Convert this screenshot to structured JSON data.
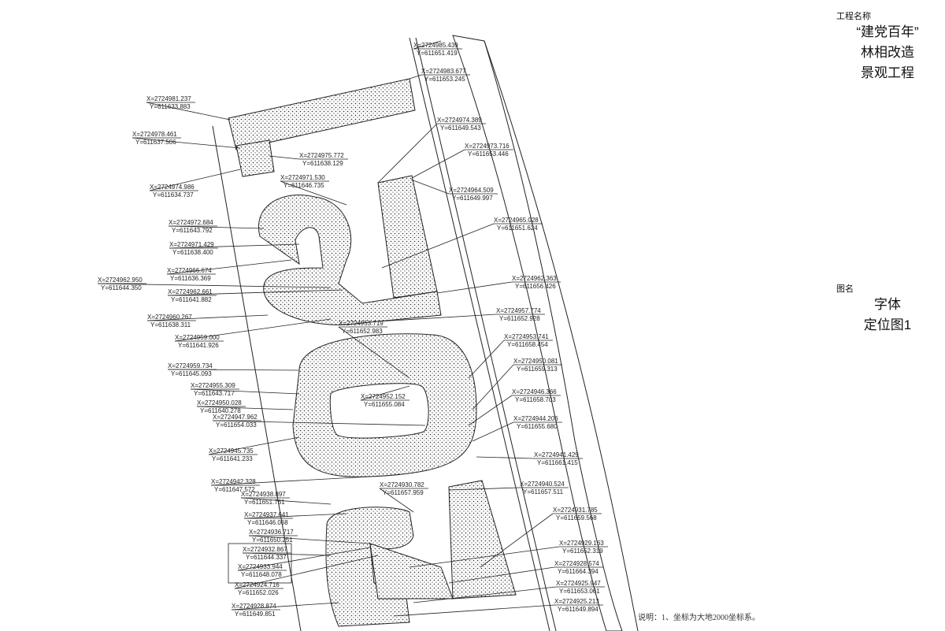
{
  "title_block": {
    "project_label": "工程名称",
    "project_lines": [
      "“建党百年”",
      "林相改造",
      "景观工程"
    ],
    "drawing_label": "图名",
    "drawing_lines": [
      "字体",
      "定位图1"
    ]
  },
  "note": "说明：1、坐标为大地2000坐标系。",
  "coordinates": [
    {
      "x": "X=2724985.439",
      "y": "Y=611651.419"
    },
    {
      "x": "X=2724983.677",
      "y": "Y=611653.245"
    },
    {
      "x": "X=2724981.237",
      "y": "Y=611633.883"
    },
    {
      "x": "X=2724978.461",
      "y": "Y=611637.506"
    },
    {
      "x": "X=2724974.389",
      "y": "Y=611649.543"
    },
    {
      "x": "X=2724975.772",
      "y": "Y=611638.129"
    },
    {
      "x": "X=2724973.716",
      "y": "Y=611653.446"
    },
    {
      "x": "X=2724974.986",
      "y": "Y=611634.737"
    },
    {
      "x": "X=2724971.530",
      "y": "Y=611646.735"
    },
    {
      "x": "X=2724964.509",
      "y": "Y=611649.997"
    },
    {
      "x": "X=2724972.684",
      "y": "Y=611643.792"
    },
    {
      "x": "X=2724965.028",
      "y": "Y=611651.624"
    },
    {
      "x": "X=2724971.429",
      "y": "Y=611638.400"
    },
    {
      "x": "X=2724966.674",
      "y": "Y=611636.369"
    },
    {
      "x": "X=2724962.950",
      "y": "Y=611644.350"
    },
    {
      "x": "X=2724962.363",
      "y": "Y=611656.426"
    },
    {
      "x": "X=2724962.661",
      "y": "Y=611641.882"
    },
    {
      "x": "X=2724957.774",
      "y": "Y=611652.928"
    },
    {
      "x": "X=2724960.267",
      "y": "Y=611638.311"
    },
    {
      "x": "X=2724953.719",
      "y": "Y=611652.983"
    },
    {
      "x": "X=2724953.741",
      "y": "Y=611658.454"
    },
    {
      "x": "X=2724959.000",
      "y": "Y=611641.926"
    },
    {
      "x": "X=2724950.081",
      "y": "Y=611659.313"
    },
    {
      "x": "X=2724959.734",
      "y": "Y=611645.093"
    },
    {
      "x": "X=2724955.309",
      "y": "Y=611643.717"
    },
    {
      "x": "X=2724952.152",
      "y": "Y=611655.084"
    },
    {
      "x": "X=2724946.366",
      "y": "Y=611658.703"
    },
    {
      "x": "X=2724950.028",
      "y": "Y=611640.278"
    },
    {
      "x": "X=2724947.962",
      "y": "Y=611654.033"
    },
    {
      "x": "X=2724944.206",
      "y": "Y=611655.680"
    },
    {
      "x": "X=2724945.735",
      "y": "Y=611641.233"
    },
    {
      "x": "X=2724941.429",
      "y": "Y=611661.415"
    },
    {
      "x": "X=2724942.328",
      "y": "Y=611647.572"
    },
    {
      "x": "X=2724930.782",
      "y": "Y=611657.959"
    },
    {
      "x": "X=2724940.524",
      "y": "Y=611657.511"
    },
    {
      "x": "X=2724938.897",
      "y": "Y=611651.761"
    },
    {
      "x": "X=2724937.641",
      "y": "Y=611646.068"
    },
    {
      "x": "X=2724931.785",
      "y": "Y=611659.568"
    },
    {
      "x": "X=2724936.717",
      "y": "Y=611650.251"
    },
    {
      "x": "X=2724929.163",
      "y": "Y=611652.319"
    },
    {
      "x": "X=2724932.867",
      "y": "Y=611644.337"
    },
    {
      "x": "X=2724928.574",
      "y": "Y=611664.394"
    },
    {
      "x": "X=2724933.944",
      "y": "Y=611648.078"
    },
    {
      "x": "X=2724925.947",
      "y": "Y=611653.061"
    },
    {
      "x": "X=2724924.716",
      "y": "Y=611652.026"
    },
    {
      "x": "X=2724925.213",
      "y": "Y=611649.894"
    },
    {
      "x": "X=2724928.874",
      "y": "Y=611649.851"
    }
  ]
}
